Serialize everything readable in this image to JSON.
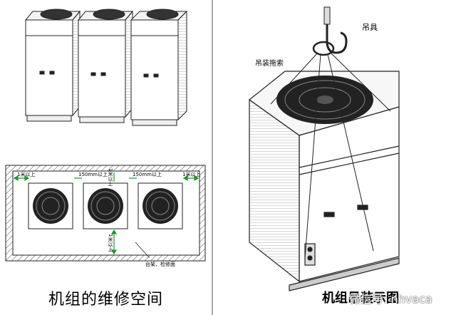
{
  "diagram": {
    "caption_maintenance": "机组的维修空间",
    "caption_hoisting": "机组吊装示图",
    "label_hook": "吊具",
    "label_rope": "吊装拖索",
    "clearance_side_left": "1米以上",
    "clearance_between_1": "150mm以上",
    "clearance_between_2": "150mm以上",
    "clearance_side_right": "1米以上",
    "clearance_front": "1米以上",
    "clearance_back": "1米以上",
    "label_platform": "台架、检修面",
    "watermark": "微信号: nhvaca"
  }
}
